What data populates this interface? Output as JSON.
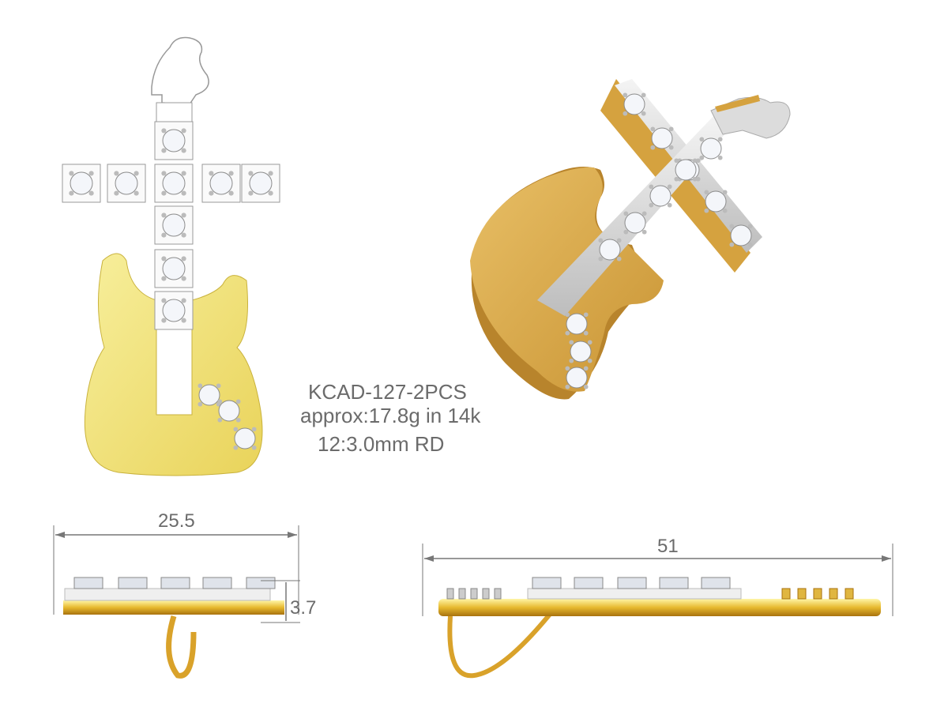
{
  "spec": {
    "model": "KCAD-127-2PCS",
    "weight": "approx:17.8g in 14k",
    "stones": "12:3.0mm RD"
  },
  "dimensions": {
    "top_width": "25.5",
    "thickness": "3.7",
    "total_length": "51"
  },
  "colors": {
    "front_gold": "#f2e27a",
    "render_gold": "#d9a94a",
    "white_gold": "#e6e6e6",
    "dim_line": "#777777",
    "text": "#6b6b6b"
  }
}
